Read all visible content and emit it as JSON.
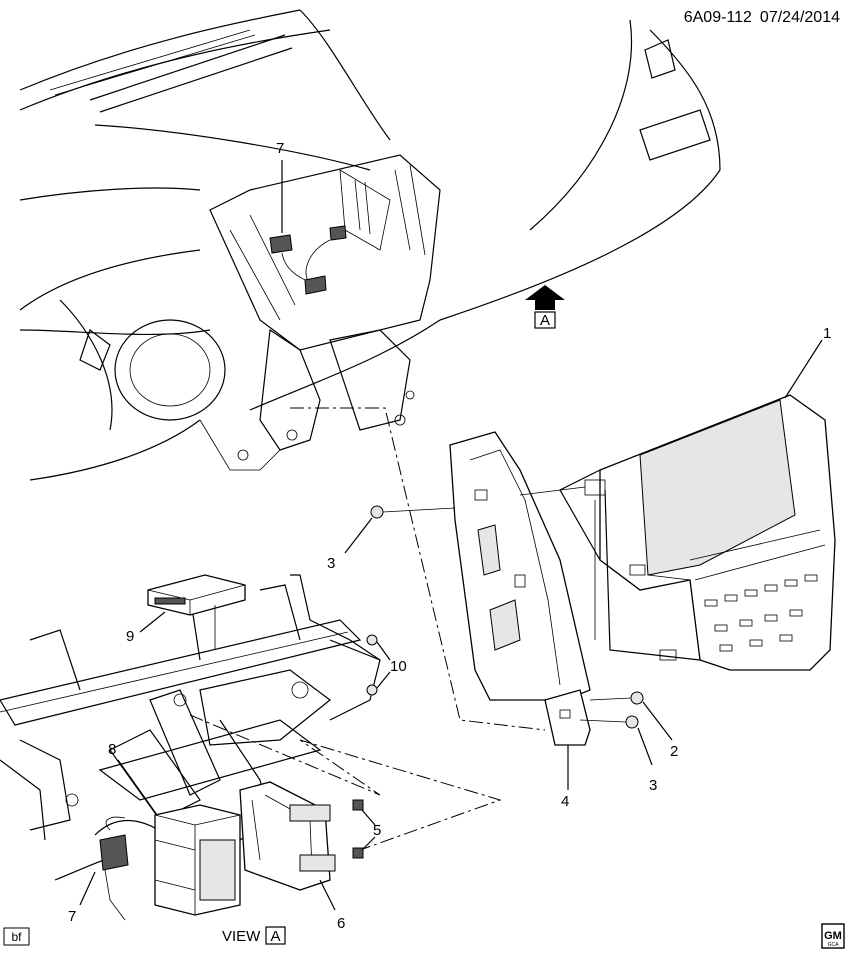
{
  "header": {
    "doc_id": "6A09-112",
    "date": "07/24/2014"
  },
  "view_marker": {
    "letter": "A"
  },
  "view_label": {
    "prefix": "VIEW",
    "letter": "A"
  },
  "footer": {
    "tag": "bf",
    "logo_text": "GM",
    "logo_sub": "GCA"
  },
  "callouts": {
    "c1": "1",
    "c2": "2",
    "c3a": "3",
    "c3b": "3",
    "c4": "4",
    "c5": "5",
    "c6": "6",
    "c7a": "7",
    "c7b": "7",
    "c8": "8",
    "c9": "9",
    "c10": "10"
  }
}
